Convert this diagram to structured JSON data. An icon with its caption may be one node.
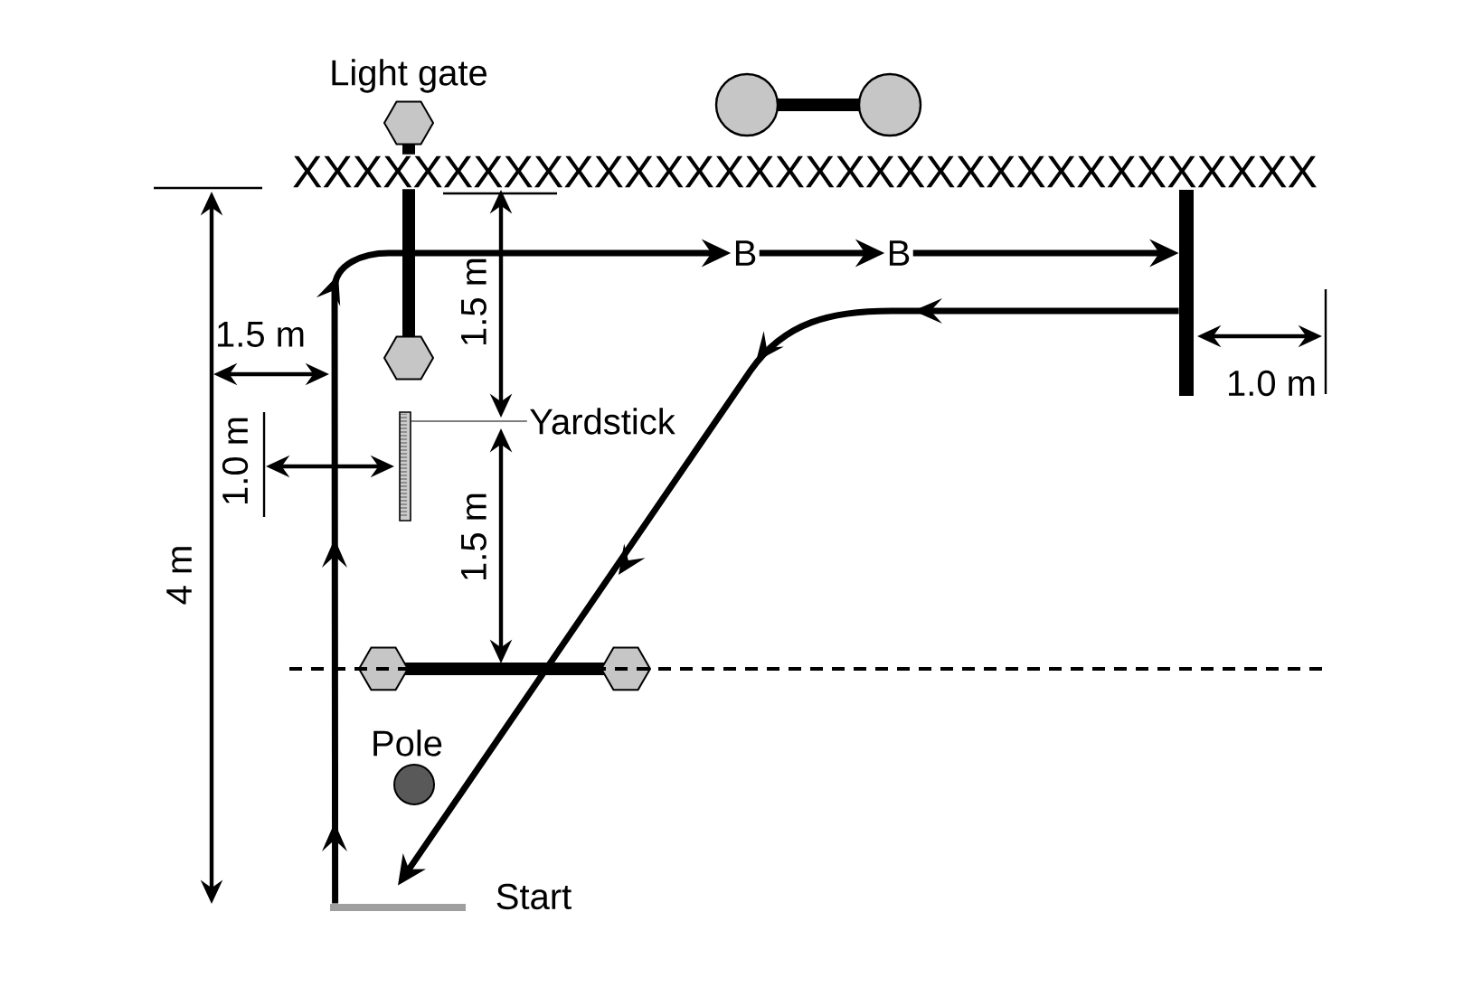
{
  "diagram": {
    "nodes": [
      {
        "text": [
          "B"
        ]
      },
      {
        "text": [
          "B"
        ]
      },
      {
        "text": [],
        "shape": "bar"
      },
      {
        "text": [],
        "shape": "bar"
      },
      {
        "text": [
          "Yardstick"
        ]
      },
      {
        "text": [],
        "shape": "bar",
        "beside": [
          "Start"
        ]
      }
    ],
    "edges": [
      {
        "from": 5,
        "to": 0,
        "arrow": "to"
      },
      {
        "from": 0,
        "to": 1,
        "arrow": "to"
      },
      {
        "from": 1,
        "to": 2,
        "arrow": "to"
      },
      {
        "from": 2,
        "to": 5,
        "arrow": "to"
      },
      {
        "from": 4,
        "to": 3,
        "arrow": "none"
      }
    ],
    "labels": [
      "Light gate",
      "XXXXXXXXXXXXXXXXXXXXXXXXXXXXXXXXXX",
      "4 m",
      "1.5 m",
      "1.5 m",
      "1.0 m",
      "1.5 m",
      "1.0 m",
      "Pole"
    ]
  }
}
